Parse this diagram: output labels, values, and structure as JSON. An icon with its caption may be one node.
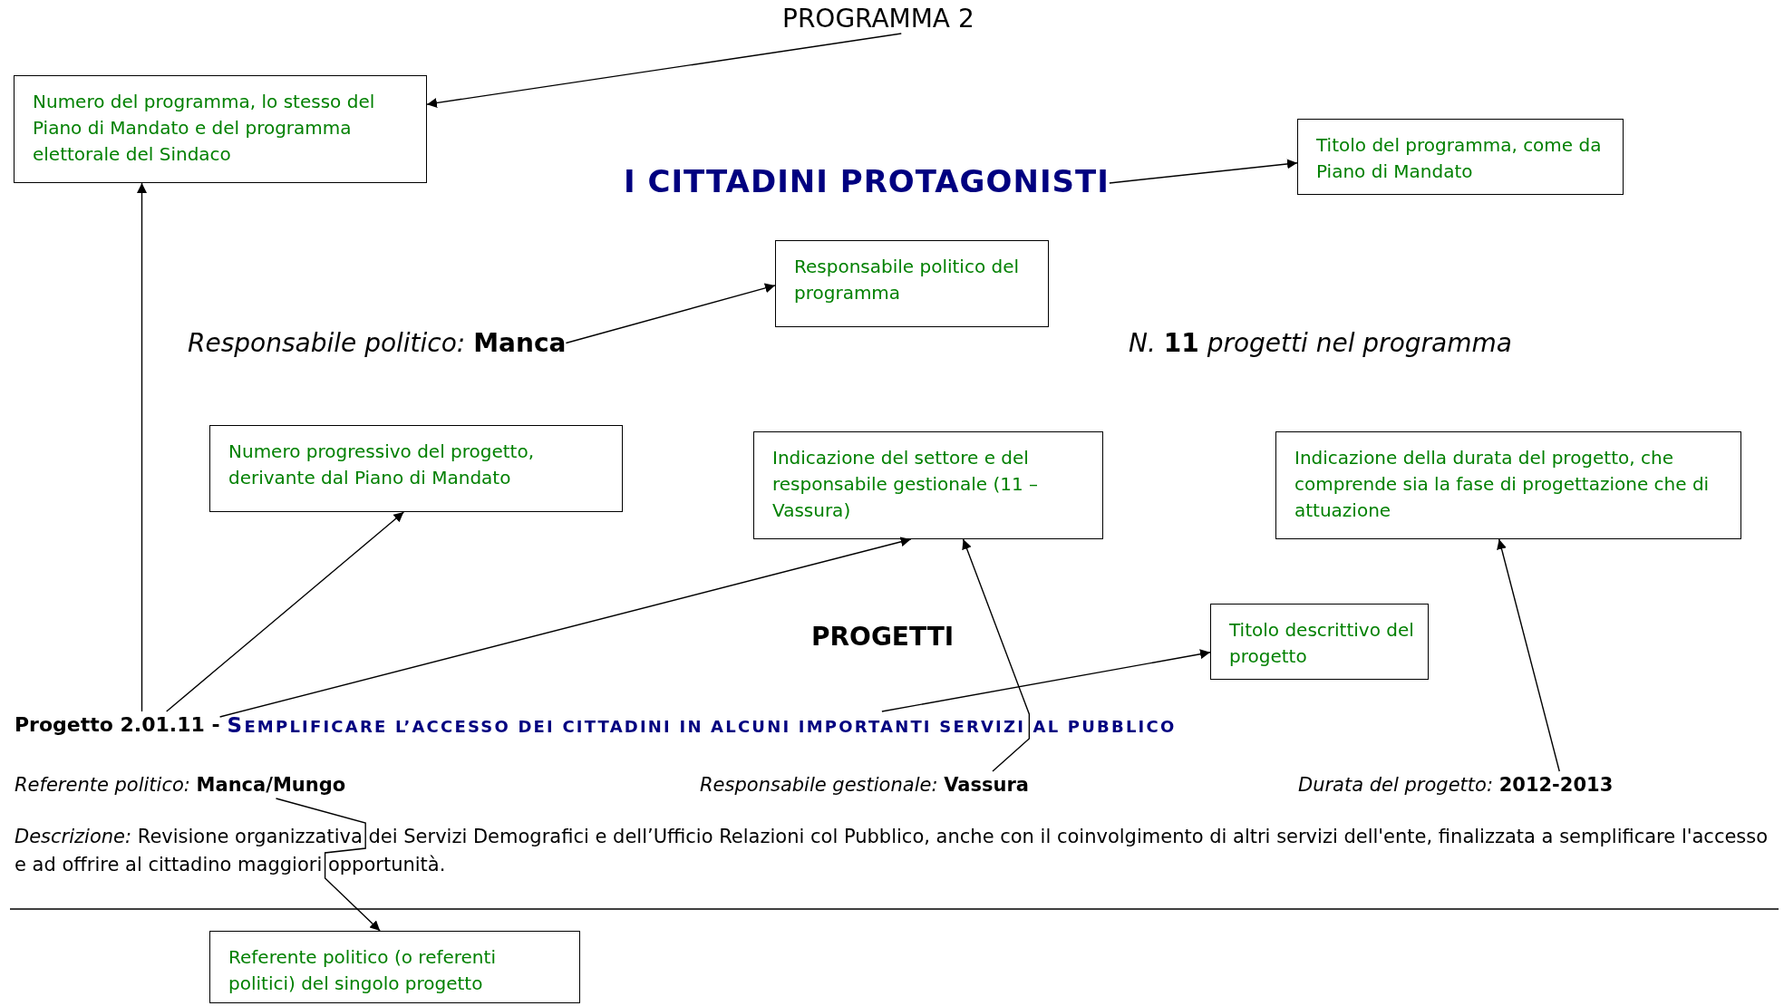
{
  "diagram": {
    "nodes": [
      {
        "text": [
          "PROGRAMMA 2"
        ]
      },
      {
        "text": [
          "Numero del programma, lo stesso del Piano di Mandato e del programma elettorale del Sindaco"
        ]
      },
      {
        "text": [
          "I CITTADINI PROTAGONISTI"
        ]
      },
      {
        "text": [
          "Titolo del programma, come da Piano di Mandato"
        ]
      },
      {
        "text": [
          "Responsabile politico del programma"
        ]
      },
      {
        "text": [
          "*Responsabile politico:* **Manca**"
        ]
      },
      {
        "text": [
          "Numero progressivo del progetto, derivante dal Piano di Mandato"
        ]
      },
      {
        "text": [
          "Indicazione del settore e del responsabile gestionale (11 – Vassura)"
        ]
      },
      {
        "text": [
          "Indicazione della durata del progetto, che comprende sia la fase di progettazione che di attuazione"
        ]
      },
      {
        "text": [
          "Titolo descrittivo del progetto"
        ]
      },
      {
        "text": [
          "Progetto 2.01.11 -"
        ]
      },
      {
        "text": [
          "SEMPLIFICARE L’ACCESSO DEI CITTADINI IN ALCUNI IMPORTANTI SERVIZI AL PUBBLICO"
        ]
      },
      {
        "text": [
          "*Referente politico:* **Manca/Mungo**"
        ]
      },
      {
        "text": [
          "*Responsabile gestionale:* **Vassura**"
        ]
      },
      {
        "text": [
          "*Durata del progetto:* **2012-2013**"
        ]
      },
      {
        "text": [
          "Referente politico (o referenti politici) del singolo progetto"
        ]
      }
    ],
    "edges": [
      {
        "from": 0,
        "to": 1,
        "arrow": "to"
      },
      {
        "from": 2,
        "to": 3,
        "arrow": "to"
      },
      {
        "from": 5,
        "to": 4,
        "arrow": "to"
      },
      {
        "from": 10,
        "to": 1,
        "arrow": "to"
      },
      {
        "from": 10,
        "to": 6,
        "arrow": "to"
      },
      {
        "from": 10,
        "to": 7,
        "arrow": "to"
      },
      {
        "from": 11,
        "to": 9,
        "arrow": "to"
      },
      {
        "from": 13,
        "to": 7,
        "arrow": "to"
      },
      {
        "from": 14,
        "to": 8,
        "arrow": "to"
      },
      {
        "from": 12,
        "to": 15,
        "arrow": "to"
      }
    ],
    "labels": [
      "*N.* **11** *progetti nel programma*",
      "PROGETTI",
      "*Descrizione:* Revisione organizzativa dei Servizi Demografici e dell’Ufficio Relazioni col Pubblico, anche con il coinvolgimento di altri servizi dell'ente, finalizzata a semplificare l'accesso e ad offrire al cittadino maggiori opportunità."
    ]
  }
}
